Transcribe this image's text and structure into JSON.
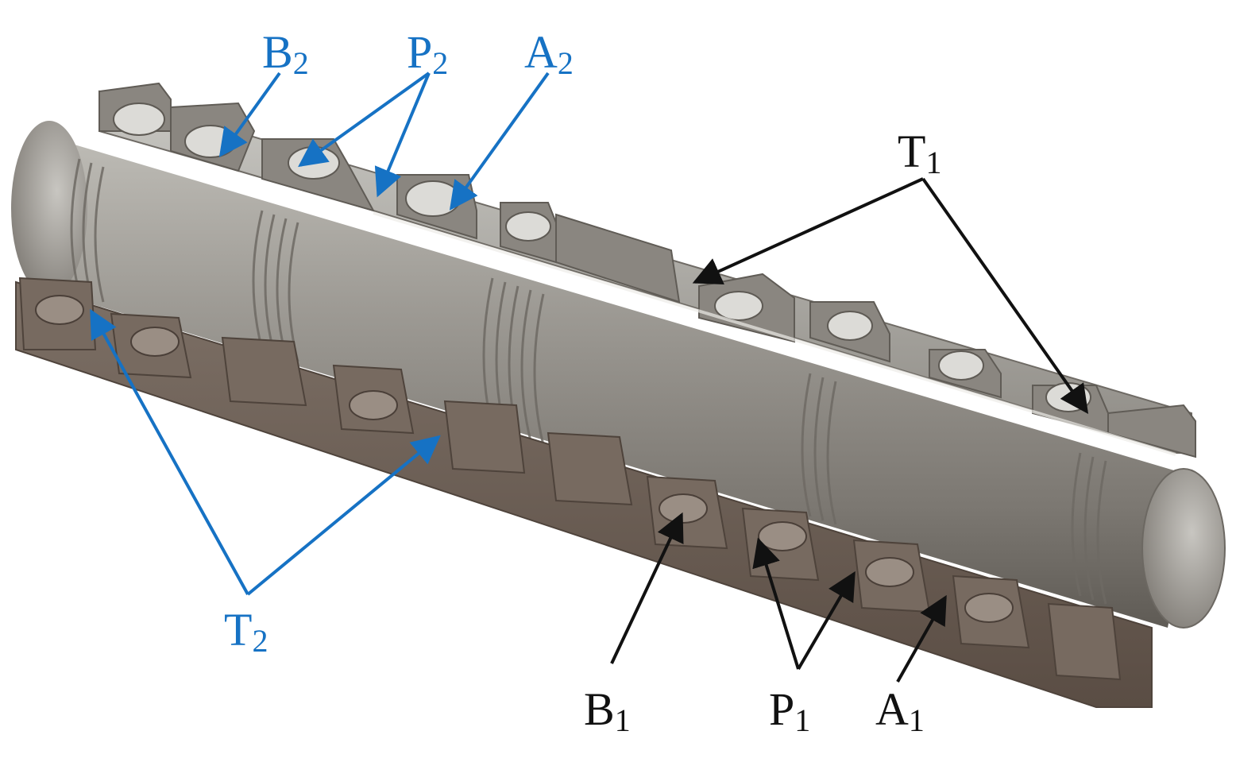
{
  "figure": {
    "colors": {
      "blue": "#1672c4",
      "black": "#111111",
      "metal_light": "#b9b7b1",
      "metal_mid": "#8f8c86",
      "metal_dark": "#5f5b55",
      "metal_cut": "#77736d",
      "metal_brown": "#6a5c52",
      "highlight": "#e9e9e6"
    },
    "labels": {
      "B2": {
        "main": "B",
        "sub": "2"
      },
      "P2": {
        "main": "P",
        "sub": "2"
      },
      "A2": {
        "main": "A",
        "sub": "2"
      },
      "T1": {
        "main": "T",
        "sub": "1"
      },
      "T2": {
        "main": "T",
        "sub": "2"
      },
      "B1": {
        "main": "B",
        "sub": "1"
      },
      "P1": {
        "main": "P",
        "sub": "1"
      },
      "A1": {
        "main": "A",
        "sub": "1"
      }
    }
  }
}
